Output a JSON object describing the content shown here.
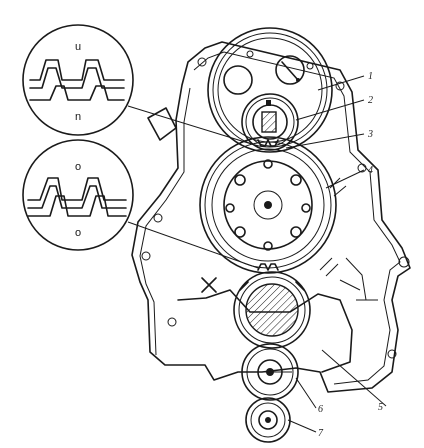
{
  "callouts": [
    {
      "number": "1"
    },
    {
      "number": "2"
    },
    {
      "number": "3"
    },
    {
      "number": "4"
    },
    {
      "number": "5"
    },
    {
      "number": "6"
    },
    {
      "number": "7"
    }
  ],
  "insets": [
    {
      "mark_top": "u",
      "mark_bottom": "n"
    },
    {
      "mark_top": "o",
      "mark_bottom": "o"
    }
  ]
}
